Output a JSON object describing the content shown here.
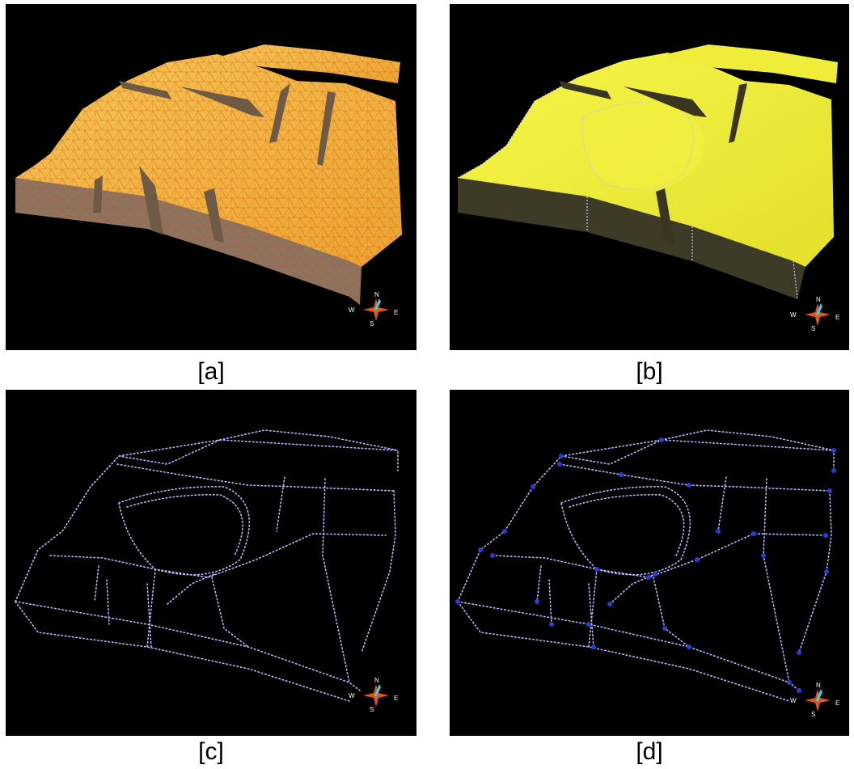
{
  "panels": [
    {
      "id": "a",
      "caption": "[a]",
      "style": "triangulated-mesh-surface"
    },
    {
      "id": "b",
      "caption": "[b]",
      "style": "shaded-yellow-surface"
    },
    {
      "id": "c",
      "caption": "[c]",
      "style": "dotted-edge-wireframe"
    },
    {
      "id": "d",
      "caption": "[d]",
      "style": "dotted-edge-wireframe-with-vertices"
    }
  ],
  "compass": {
    "north": "N",
    "south": "S",
    "east": "E",
    "west": "W"
  },
  "colors": {
    "background": "#000000",
    "mesh_fill": "#f2b83a",
    "mesh_lines": "#d9431c",
    "shaded_fill": "#eded2e",
    "wire_dots": "#b7b9ff",
    "vertex_dots": "#2e3bd6",
    "compass_star": "#e0561c",
    "compass_needle": "#35d2ea"
  }
}
